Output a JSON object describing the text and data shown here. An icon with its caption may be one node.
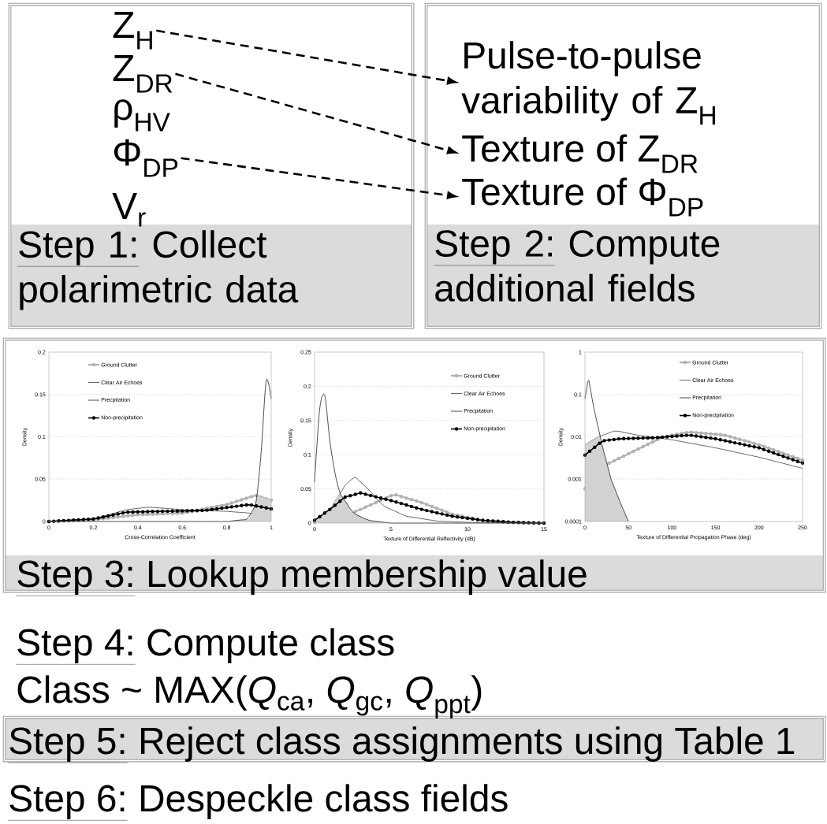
{
  "diagram": {
    "nodes": [
      {
        "text": [
          "Step 1:",
          "Collect polarimetric data"
        ]
      },
      {
        "text": [
          "Z$_{H}$"
        ],
        "in": 0
      },
      {
        "text": [
          "Z$_{DR}$"
        ],
        "in": 0
      },
      {
        "text": [
          "ρ$_{HV}$"
        ],
        "in": 0
      },
      {
        "text": [
          "Φ$_{DP}$"
        ],
        "in": 0
      },
      {
        "text": [
          "V$_{r}$"
        ],
        "in": 0
      },
      {
        "text": [
          "Step 2:",
          "Compute additional fields"
        ]
      },
      {
        "text": [
          "Pulse-to-pulse variability of Z$_{H}$"
        ],
        "in": 6
      },
      {
        "text": [
          "Texture of Z$_{DR}$"
        ],
        "in": 6
      },
      {
        "text": [
          "Texture of Φ$_{DP}$"
        ],
        "in": 6
      },
      {
        "text": [
          "Step 3:",
          "Lookup membership value"
        ]
      },
      {
        "text": [
          "Step 5:",
          "Reject class assignments using Table 1"
        ]
      }
    ],
    "edges": [
      {
        "from": 1,
        "to": 7,
        "arrow": "to",
        "style": "dashed"
      },
      {
        "from": 2,
        "to": 8,
        "arrow": "to",
        "style": "dashed"
      },
      {
        "from": 4,
        "to": 9,
        "arrow": "to",
        "style": "dashed"
      }
    ],
    "labels": [
      "0.2",
      "0.15",
      "0.1",
      "0.05",
      "0",
      "0",
      "0.2",
      "0.4",
      "0.6",
      "0.8",
      "1",
      "Density",
      "Cross-Correlation Coefficient",
      "0.25",
      "0.2",
      "0.15",
      "0.1",
      "0.05",
      "0",
      "0",
      "5",
      "10",
      "15",
      "Density",
      "Texture of Differential Reflectivity (dB)",
      "1",
      "0.1",
      "0.01",
      "0.001",
      "0.0001",
      "0",
      "50",
      "100",
      "150",
      "200",
      "250",
      "Density",
      "Texture of Differential Propagation Phase (deg)",
      "Step 4:",
      "Compute class",
      "Class ~ MAX(*Q*$_{ca}$, *Q*$_{gc}$, *Q*$_{ppt}$)",
      "Step 6:",
      "Despeckle class fields"
    ],
    "legend": [
      {
        "text": "Ground Clutter"
      },
      {
        "text": "Clear Air Echoes"
      },
      {
        "text": "Precpitation"
      },
      {
        "text": "Non-precipitation"
      },
      {
        "text": "Ground Clutter"
      },
      {
        "text": "Clear Air Echoes"
      },
      {
        "text": "Precpitation"
      },
      {
        "text": "Non-precipitation"
      },
      {
        "text": "Ground Clutter"
      },
      {
        "text": "Clear Air Echoes"
      },
      {
        "text": "Precpitation"
      },
      {
        "text": "Non-precipitation"
      }
    ]
  }
}
